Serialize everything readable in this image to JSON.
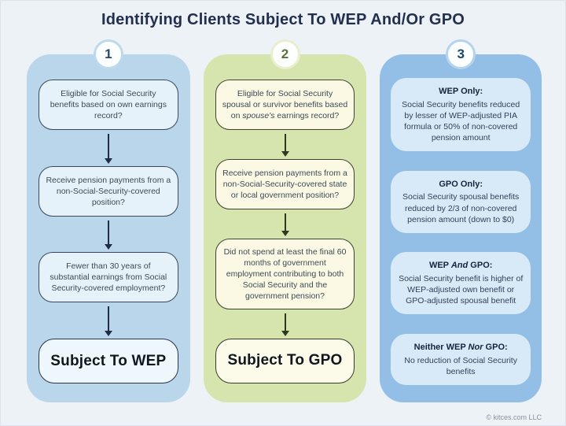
{
  "title": "Identifying Clients Subject To WEP And/Or GPO",
  "footer": {
    "credit": "© kitces.com LLC"
  },
  "colors": {
    "page_background": "#edf2f7",
    "column1_background": "#b9d6ea",
    "column2_background": "#d6e5ad",
    "column3_background": "#93bfe6",
    "question_box_blue": "#e6f2f9",
    "question_box_cream": "#fbf9e4",
    "outcome_box_blue": "#d8eaf7",
    "title_text": "#222f4e",
    "box_border_dark": "#39485c"
  },
  "columns": [
    {
      "id": "wep-flow",
      "number": "1",
      "steps": [
        "Eligible for Social Security benefits based on own earnings record?",
        "Receive pension payments from a non-Social-Security-covered position?",
        "Fewer than 30 years of substantial earnings from Social Security-covered employment?"
      ],
      "result": "Subject To WEP"
    },
    {
      "id": "gpo-flow",
      "number": "2",
      "step1": {
        "pre": "Eligible for Social Security spousal or survivor benefits based on ",
        "italic": "spouse's",
        "post": " earnings record?"
      },
      "steps": [
        "Receive pension payments from a non-Social-Security-covered state or local government position?",
        "Did not spend at least the final 60 months of government employment contributing to both Social Security and the government pension?"
      ],
      "result": "Subject To GPO"
    },
    {
      "id": "outcomes",
      "number": "3",
      "outcomes": [
        {
          "heading": "WEP Only:",
          "body": "Social Security benefits reduced by lesser of WEP-adjusted PIA formula or 50% of non-covered pension amount"
        },
        {
          "heading": "GPO Only:",
          "body": "Social Security spousal benefits reduced by 2/3 of non-covered pension amount (down to $0)"
        },
        {
          "heading_pre": "WEP ",
          "heading_italic": "And",
          "heading_post": " GPO:",
          "body": "Social Security benefit is higher of WEP-adjusted own benefit or GPO-adjusted spousal benefit"
        },
        {
          "heading_pre": "Neither WEP ",
          "heading_italic": "Nor",
          "heading_post": " GPO:",
          "body": "No reduction of Social Security benefits"
        }
      ]
    }
  ]
}
